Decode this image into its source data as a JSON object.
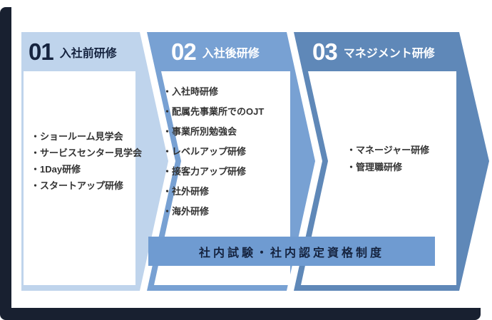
{
  "colors": {
    "frame_dark": "#182030",
    "step1": "#BFD4EC",
    "step2": "#78A1D3",
    "step3": "#5F88B8",
    "banner_bg": "#6F9BD1",
    "dark_text": "#15233F",
    "light_text": "#FFFFFF",
    "list_text": "#333333"
  },
  "steps": [
    {
      "number": "01",
      "title": "入社前研修",
      "items": [
        "・ショールーム見学会",
        "・サービスセンター見学会",
        "・1Day研修",
        "・スタートアップ研修"
      ]
    },
    {
      "number": "02",
      "title": "入社後研修",
      "items": [
        "・入社時研修",
        "・配属先事業所でのOJT",
        "・事業所別勉強会",
        "・レベルアップ研修",
        "・接客力アップ研修",
        "・社外研修",
        "・海外研修"
      ]
    },
    {
      "number": "03",
      "title": "マネジメント研修",
      "items": [
        "・マネージャー研修",
        "・管理職研修"
      ]
    }
  ],
  "banner": {
    "label": "社内試験・社内認定資格制度"
  }
}
